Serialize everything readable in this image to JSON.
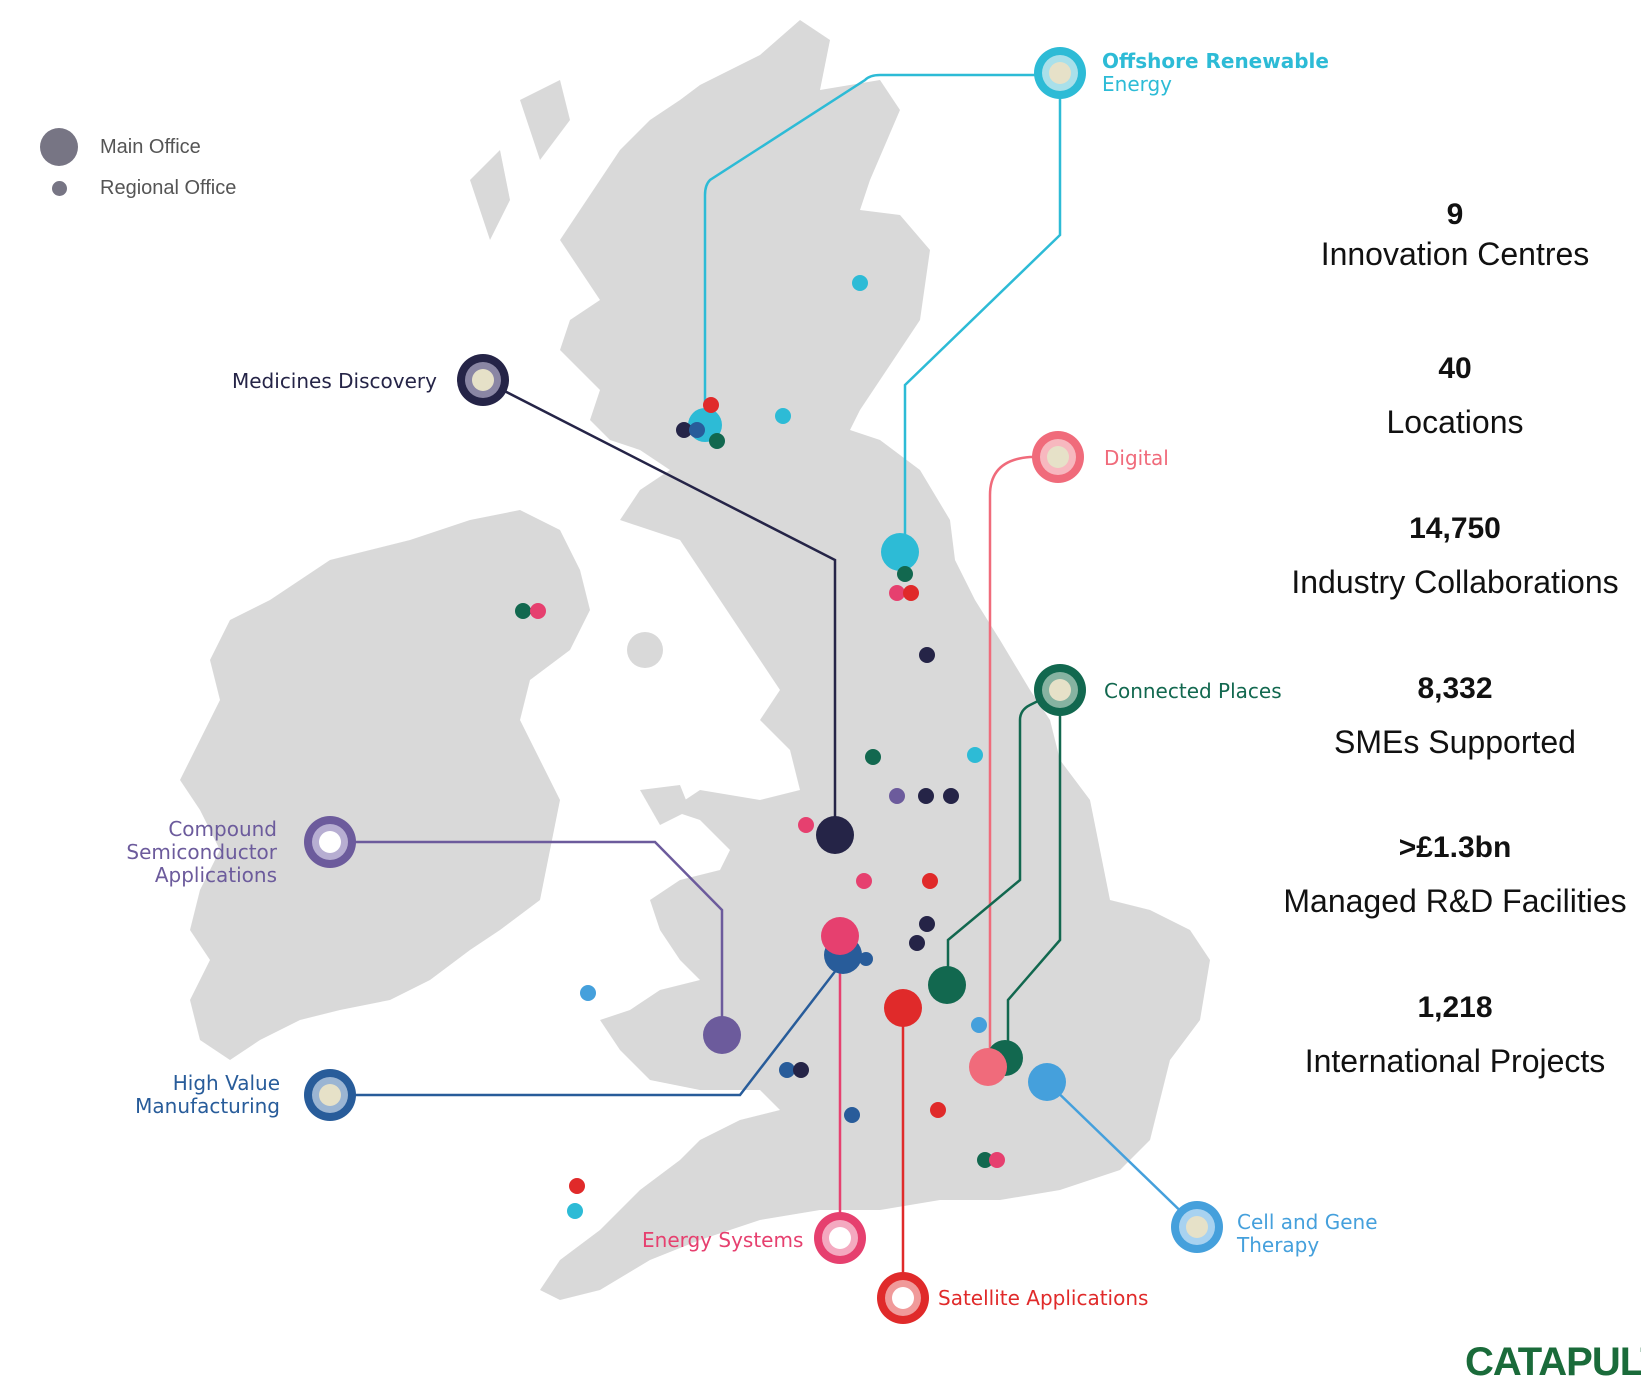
{
  "legend": {
    "main_office": "Main Office",
    "regional_office": "Regional Office",
    "marker_color": "#777584"
  },
  "centres": [
    {
      "id": "ore",
      "line1": "Offshore Renewable",
      "line2": "Energy",
      "color": "#2dbbd6"
    },
    {
      "id": "medicines",
      "line1": "Medicines Discovery",
      "line2": "",
      "color": "#252447"
    },
    {
      "id": "digital",
      "line1": "Digital",
      "line2": "",
      "color": "#f06b7b"
    },
    {
      "id": "connected",
      "line1": "Connected Places",
      "line2": "",
      "color": "#12684f"
    },
    {
      "id": "compound",
      "line1": "Compound Semiconductor",
      "line2": "Applications",
      "color": "#6c5b9c"
    },
    {
      "id": "hvm",
      "line1": "High Value",
      "line2": "Manufacturing",
      "color": "#285c9a"
    },
    {
      "id": "energy",
      "line1": "Energy Systems",
      "line2": "",
      "color": "#e6406f"
    },
    {
      "id": "satellite",
      "line1": "Satellite Applications",
      "line2": "",
      "color": "#e02a2a"
    },
    {
      "id": "cgt",
      "line1": "Cell and Gene",
      "line2": "Therapy",
      "color": "#45a0dc"
    }
  ],
  "stats": [
    {
      "value": "9",
      "label": "Innovation Centres"
    },
    {
      "value": "40",
      "label": "Locations"
    },
    {
      "value": "14,750",
      "label": "Industry Collaborations"
    },
    {
      "value": "8,332",
      "label": "SMEs Supported"
    },
    {
      "value": ">£1.3bn",
      "label": "Managed R&D Facilities"
    },
    {
      "value": "1,218",
      "label": "International Projects"
    }
  ],
  "logo": {
    "main": "CATAPULT"
  },
  "colors": {
    "land": "#d9d9d9",
    "text_dark": "#111111"
  }
}
